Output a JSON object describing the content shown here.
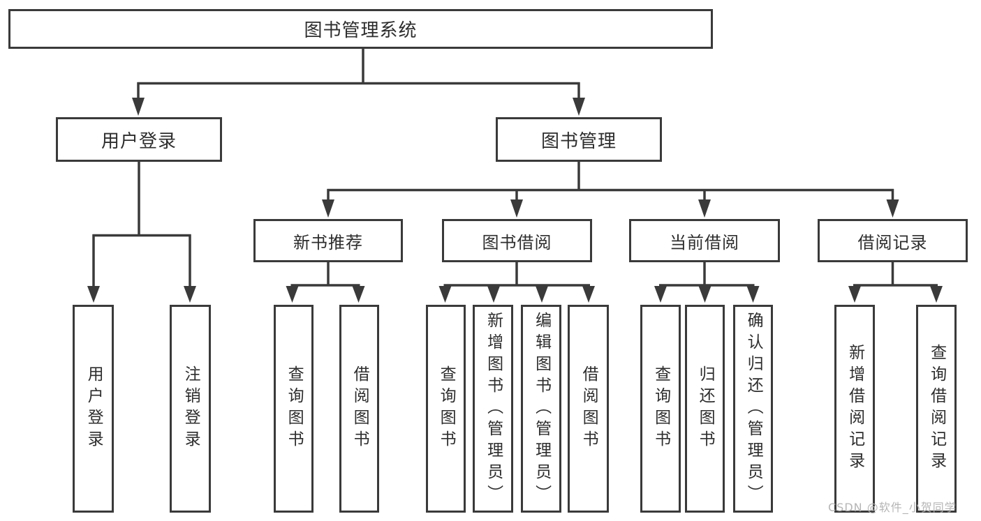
{
  "tree": {
    "root": "图书管理系统",
    "branches": [
      {
        "label": "用户登录",
        "children": [
          "用户登录",
          "注销登录"
        ]
      },
      {
        "label": "图书管理",
        "children": [
          {
            "label": "新书推荐",
            "children": [
              "查询图书",
              "借阅图书"
            ]
          },
          {
            "label": "图书借阅",
            "children": [
              "查询图书",
              "新增图书（管理员）",
              "编辑图书（管理员）",
              "借阅图书"
            ]
          },
          {
            "label": "当前借阅",
            "children": [
              "查询图书",
              "归还图书",
              "确认归还（管理员）"
            ]
          },
          {
            "label": "借阅记录",
            "children": [
              "新增借阅记录",
              "查询借阅记录"
            ]
          }
        ]
      }
    ]
  },
  "watermark": {
    "text": "CSDN @软件_小贺同学"
  },
  "colors": {
    "line": "#3a3a3a",
    "text": "#2d2d2d",
    "watermark": "#b5b5b5",
    "background": "#ffffff"
  }
}
